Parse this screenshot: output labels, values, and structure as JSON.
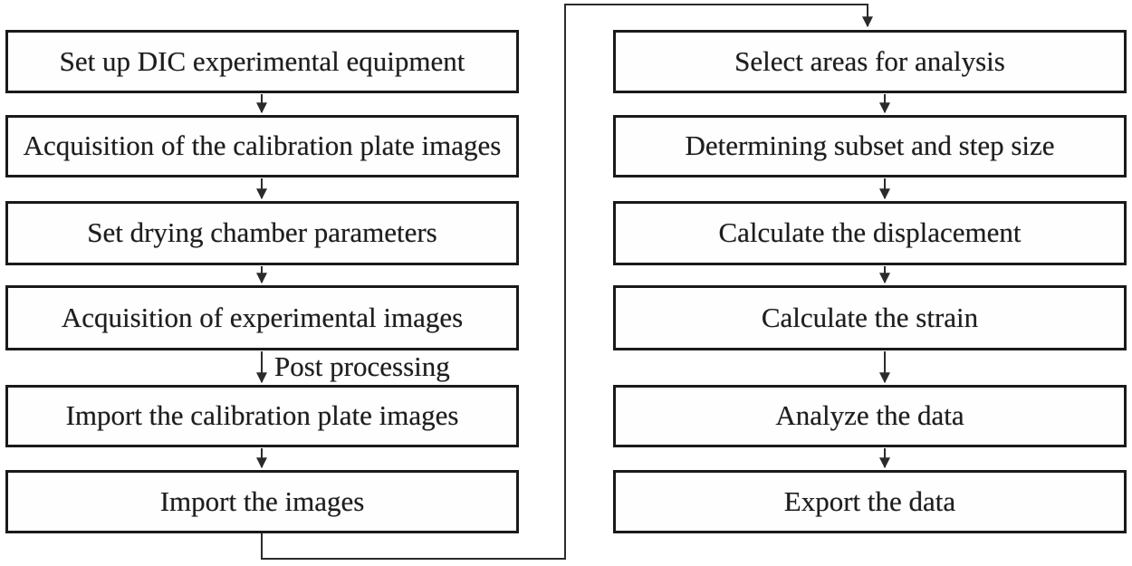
{
  "flowchart": {
    "left_column": {
      "steps": [
        "Set up DIC experimental equipment",
        "Acquisition of the calibration plate images",
        "Set drying chamber parameters",
        "Acquisition of experimental images",
        "Import the calibration plate images",
        "Import the images"
      ],
      "edge_label": "Post processing"
    },
    "right_column": {
      "steps": [
        "Select areas for analysis",
        "Determining subset and step size",
        "Calculate the displacement",
        "Calculate the strain",
        "Analyze the data",
        "Export the data"
      ]
    },
    "colors": {
      "background": "#ffffff",
      "box_fill": "#fefefe",
      "box_border": "#1a1a1a",
      "text": "#1d1d1d",
      "line": "#2b2b2b"
    }
  }
}
